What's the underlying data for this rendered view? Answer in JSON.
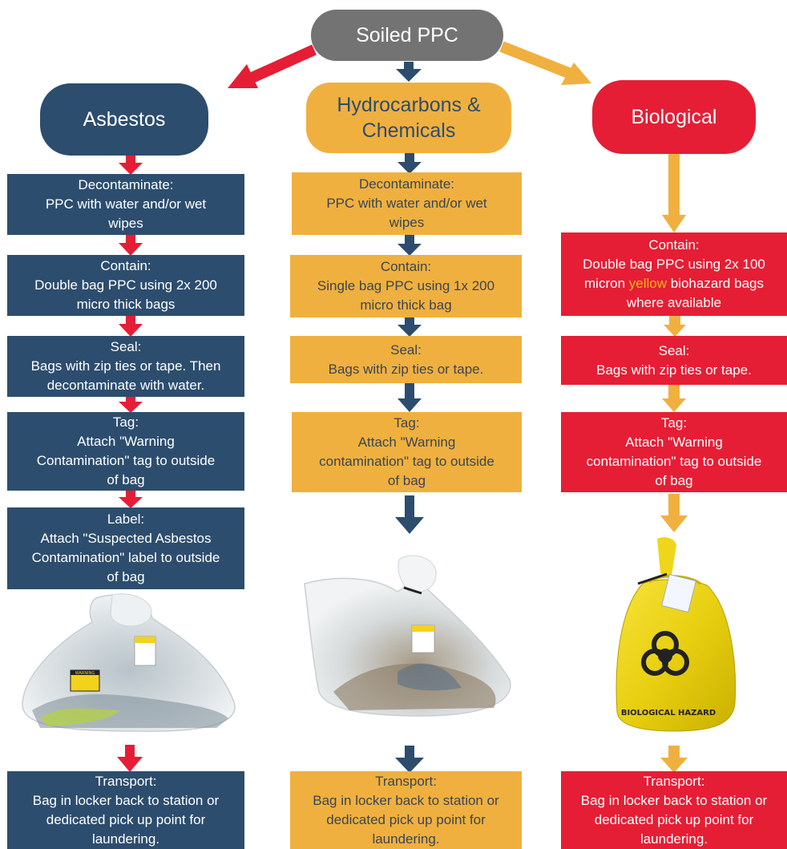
{
  "colors": {
    "asbestos": "#2c4d6e",
    "chemicals": "#f0b03f",
    "biological": "#e51e35",
    "root": "#737373"
  },
  "root": {
    "label": "Soiled PPC"
  },
  "asbestos": {
    "header": "Asbestos",
    "steps": [
      {
        "title": "Decontaminate:",
        "body": "PPC with water and/or wet\nwipes"
      },
      {
        "title": "Contain:",
        "body": "Double bag PPC using 2x 200\nmicro thick bags"
      },
      {
        "title": "Seal:",
        "body": "Bags with zip ties or tape. Then\ndecontaminate with water."
      },
      {
        "title": "Tag:",
        "body": "Attach \"Warning\nContamination\" tag to outside\nof bag"
      },
      {
        "title": "Label:",
        "body": "Attach \"Suspected Asbestos\nContamination\" label to outside\nof bag"
      }
    ],
    "photo": {
      "icon": "clear-bag-photo",
      "tag": "WARNING"
    },
    "transport": {
      "title": "Transport:",
      "body": "Bag in locker back to station or\ndedicated pick up point for\nlaundering."
    }
  },
  "chemicals": {
    "header": "Hydrocarbons &\nChemicals",
    "steps": [
      {
        "title": "Decontaminate:",
        "body": "PPC with water and/or wet\nwipes"
      },
      {
        "title": "Contain:",
        "body": "Single bag PPC using 1x 200\nmicro thick bag"
      },
      {
        "title": "Seal:",
        "body": "Bags with zip ties or tape."
      },
      {
        "title": "Tag:",
        "body": "Attach \"Warning\ncontamination\" tag to outside\nof bag"
      }
    ],
    "photo": {
      "icon": "clear-bag-photo"
    },
    "transport": {
      "title": "Transport:",
      "body": "Bag in locker back to station or\ndedicated pick up point for\nlaundering."
    }
  },
  "biological": {
    "header": "Biological",
    "contain": {
      "title": "Contain:",
      "line1": "Double bag PPC using 2x 100",
      "line2_pre": "micron ",
      "line2_hl": "yellow",
      "line2_post": " biohazard bags",
      "line3": "where available"
    },
    "steps": [
      {
        "title": "Seal:",
        "body": "Bags with zip ties or tape."
      },
      {
        "title": "Tag:",
        "body": "Attach \"Warning\ncontamination\" tag to outside\nof bag"
      }
    ],
    "photo": {
      "icon": "biohazard-bag-photo",
      "text": "BIOLOGICAL HAZARD"
    },
    "transport": {
      "title": "Transport:",
      "body": "Bag in locker back to station or\ndedicated pick up point for\nlaundering."
    }
  }
}
